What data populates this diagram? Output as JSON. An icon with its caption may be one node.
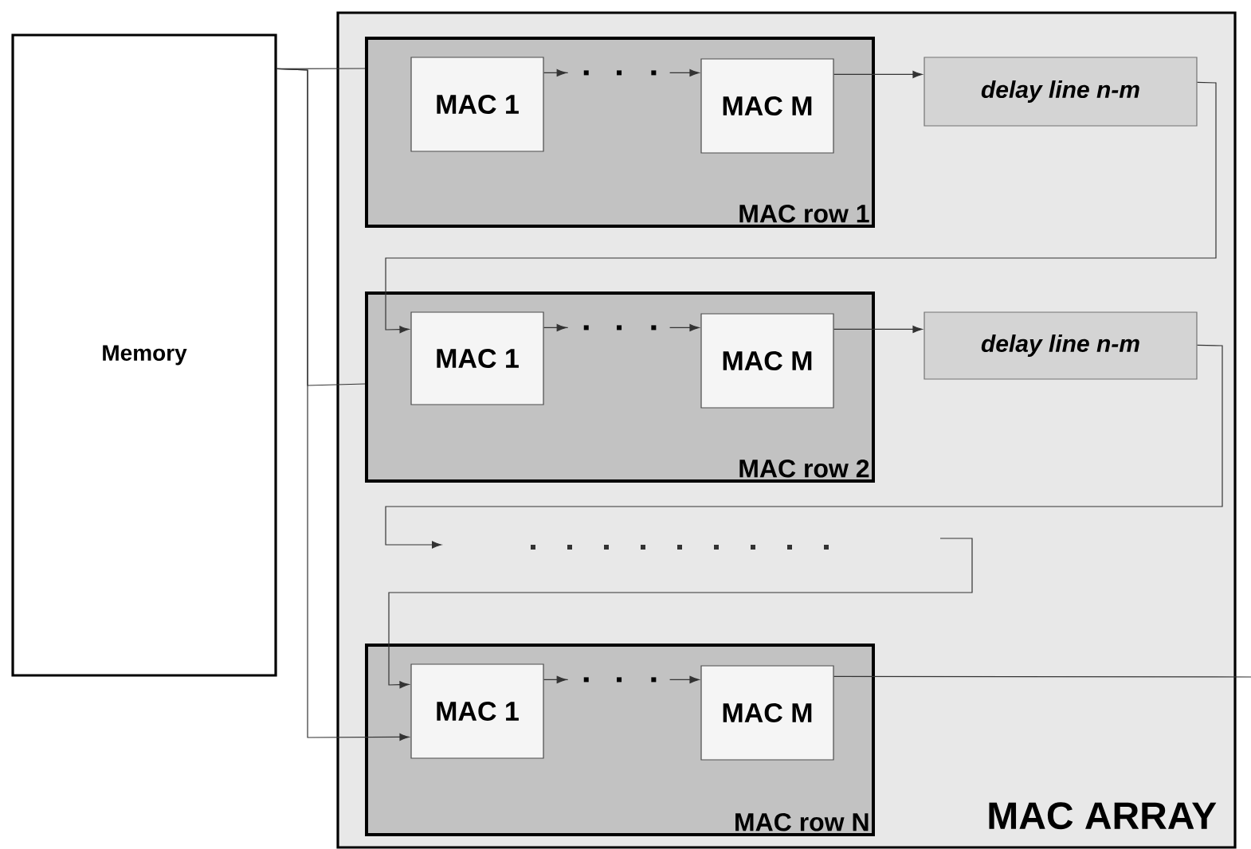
{
  "diagram": {
    "nodes": [
      {
        "text": [
          "Memory"
        ]
      },
      {
        "text": [
          "MAC ARRAY"
        ]
      },
      {
        "text": [
          "MAC row 1"
        ],
        "in": 1
      },
      {
        "text": [
          "MAC 1"
        ],
        "in": 2
      },
      {
        "text": [
          "MAC M"
        ],
        "in": 2
      },
      {
        "text": [
          "delay line n-m"
        ],
        "in": 1
      },
      {
        "text": [
          "MAC row 2"
        ],
        "in": 1
      },
      {
        "text": [
          "MAC 1"
        ],
        "in": 6
      },
      {
        "text": [
          "MAC M"
        ],
        "in": 6
      },
      {
        "text": [
          "delay line n-m"
        ],
        "in": 1
      },
      {
        "text": [
          "MAC row N"
        ],
        "in": 1
      },
      {
        "text": [
          "MAC 1"
        ],
        "in": 10
      },
      {
        "text": [
          "MAC M"
        ],
        "in": 10
      }
    ],
    "edges": [
      {
        "from": 0,
        "to": 2,
        "arrow": "none"
      },
      {
        "from": 0,
        "to": 6,
        "arrow": "none"
      },
      {
        "from": 0,
        "to": 11,
        "arrow": "to"
      },
      {
        "from": 3,
        "to": 4,
        "arrow": "to",
        "style": "dashed"
      },
      {
        "from": 4,
        "to": 5,
        "arrow": "to"
      },
      {
        "from": 5,
        "to": 7,
        "arrow": "to"
      },
      {
        "from": 7,
        "to": 8,
        "arrow": "to",
        "style": "dashed"
      },
      {
        "from": 8,
        "to": 9,
        "arrow": "to"
      },
      {
        "from": 9,
        "to": null,
        "arrow": "to"
      },
      {
        "from": null,
        "to": 11,
        "arrow": "to"
      },
      {
        "from": 11,
        "to": 12,
        "arrow": "to",
        "style": "dashed"
      },
      {
        "from": 12,
        "to": null,
        "arrow": "none"
      }
    ]
  }
}
